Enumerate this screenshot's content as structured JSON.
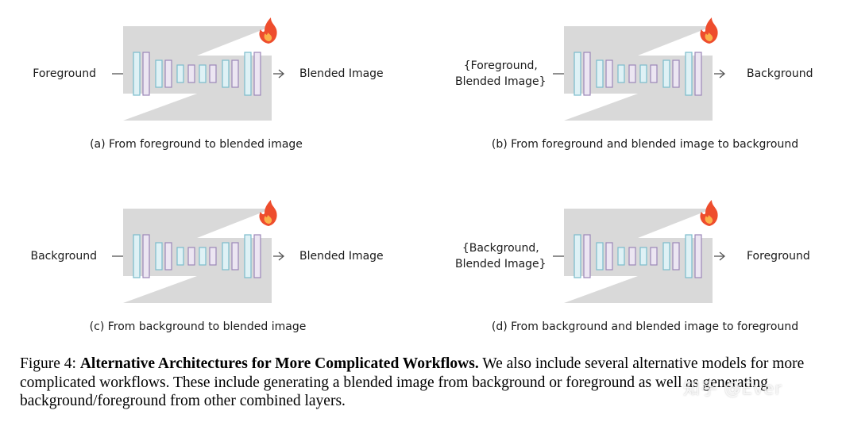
{
  "panels": [
    {
      "input_lines": [
        "Foreground"
      ],
      "output": "Blended Image",
      "caption": "(a) From foreground to blended image"
    },
    {
      "input_lines": [
        "{Foreground,",
        "Blended Image}"
      ],
      "output": "Background",
      "caption": "(b) From foreground and blended image to background"
    },
    {
      "input_lines": [
        "Background"
      ],
      "output": "Blended Image",
      "caption": "(c) From background to blended image"
    },
    {
      "input_lines": [
        "{Background,",
        "Blended Image}"
      ],
      "output": "Foreground",
      "caption": "(d) From background and blended image to foreground"
    }
  ],
  "figure_caption": {
    "label": "Figure 4:",
    "title": "Alternative Architectures for More Complicated Workflows.",
    "text": "We also include several alternative models for more complicated workflows. These include generating a blended image from background or foreground as well as generating background/foreground from other combined layers."
  },
  "watermark": "知乎 @Ever",
  "colors": {
    "network_fill": "#d9d9d9",
    "bar_cyan_fill": "#dff1f5",
    "bar_cyan_stroke": "#7bbccc",
    "bar_purple_fill": "#ece6f2",
    "bar_purple_stroke": "#9b87b8",
    "arrow": "#555555",
    "flame": "#ee4d2d"
  }
}
